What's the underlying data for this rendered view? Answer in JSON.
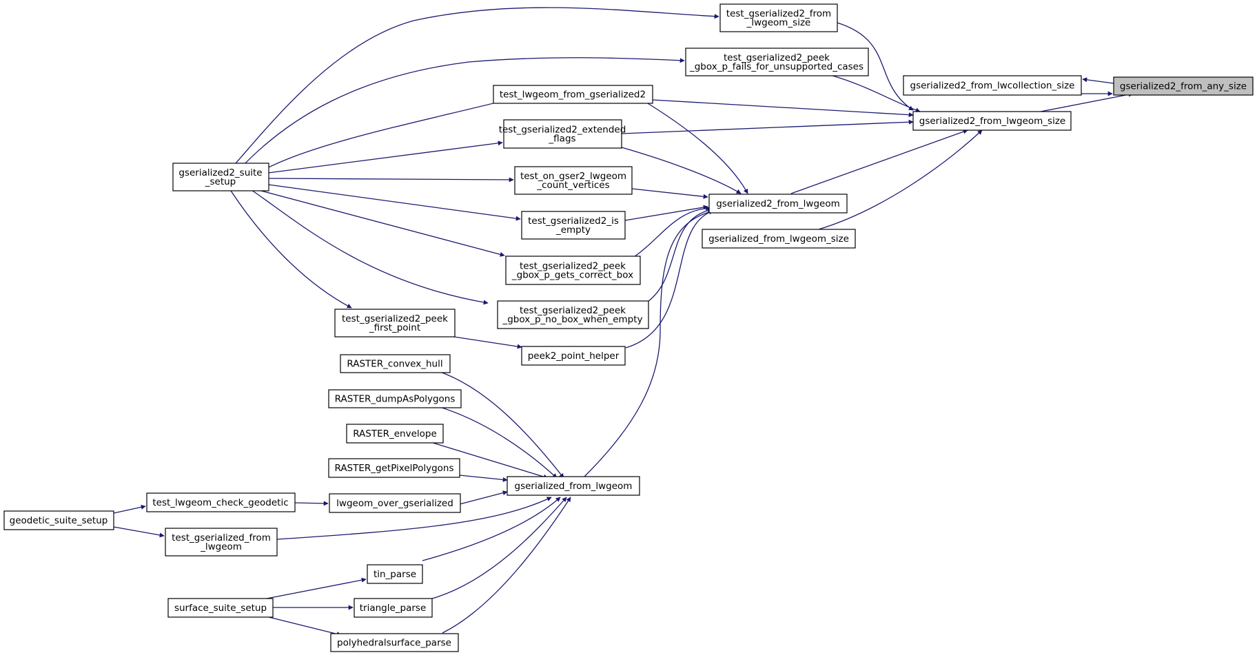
{
  "graph": {
    "edge_color": "#191970",
    "highlight_fill": "#bfbfbf",
    "nodes": [
      {
        "id": "n_root",
        "lines": [
          "gserialized2_from_any_size"
        ],
        "highlight": true
      },
      {
        "id": "n_lwcoll",
        "lines": [
          "gserialized2_from_lwcollection_size"
        ]
      },
      {
        "id": "n_lwgsize",
        "lines": [
          "gserialized2_from_lwgeom_size"
        ]
      },
      {
        "id": "n_tfls",
        "lines": [
          "test_gserialized2_from",
          "_lwgeom_size"
        ]
      },
      {
        "id": "n_tpfu",
        "lines": [
          "test_gserialized2_peek",
          "_gbox_p_fails_for_unsupported_cases"
        ]
      },
      {
        "id": "n_tlfg",
        "lines": [
          "test_lwgeom_from_gserialized2"
        ]
      },
      {
        "id": "n_tef",
        "lines": [
          "test_gserialized2_extended",
          "_flags"
        ]
      },
      {
        "id": "n_g2lw",
        "lines": [
          "gserialized2_from_lwgeom"
        ]
      },
      {
        "id": "n_gfls",
        "lines": [
          "gserialized_from_lwgeom_size"
        ]
      },
      {
        "id": "n_tocv",
        "lines": [
          "test_on_gser2_lwgeom",
          "_count_vertices"
        ]
      },
      {
        "id": "n_tie",
        "lines": [
          "test_gserialized2_is",
          "_empty"
        ]
      },
      {
        "id": "n_tpgc",
        "lines": [
          "test_gserialized2_peek",
          "_gbox_p_gets_correct_box"
        ]
      },
      {
        "id": "n_tpnb",
        "lines": [
          "test_gserialized2_peek",
          "_gbox_p_no_box_when_empty"
        ]
      },
      {
        "id": "n_p2ph",
        "lines": [
          "peek2_point_helper"
        ]
      },
      {
        "id": "n_tpfp",
        "lines": [
          "test_gserialized2_peek",
          "_first_point"
        ]
      },
      {
        "id": "n_g2ss",
        "lines": [
          "gserialized2_suite",
          "_setup"
        ]
      },
      {
        "id": "n_gflw",
        "lines": [
          "gserialized_from_lwgeom"
        ]
      },
      {
        "id": "n_rch",
        "lines": [
          "RASTER_convex_hull"
        ]
      },
      {
        "id": "n_rdp",
        "lines": [
          "RASTER_dumpAsPolygons"
        ]
      },
      {
        "id": "n_renv",
        "lines": [
          "RASTER_envelope"
        ]
      },
      {
        "id": "n_rgpp",
        "lines": [
          "RASTER_getPixelPolygons"
        ]
      },
      {
        "id": "n_logs",
        "lines": [
          "lwgeom_over_gserialized"
        ]
      },
      {
        "id": "n_tlcg",
        "lines": [
          "test_lwgeom_check_geodetic"
        ]
      },
      {
        "id": "n_gss",
        "lines": [
          "geodetic_suite_setup"
        ]
      },
      {
        "id": "n_tgfl",
        "lines": [
          "test_gserialized_from",
          "_lwgeom"
        ]
      },
      {
        "id": "n_tinp",
        "lines": [
          "tin_parse"
        ]
      },
      {
        "id": "n_trip",
        "lines": [
          "triangle_parse"
        ]
      },
      {
        "id": "n_polp",
        "lines": [
          "polyhedralsurface_parse"
        ]
      },
      {
        "id": "n_sss",
        "lines": [
          "surface_suite_setup"
        ]
      }
    ]
  }
}
